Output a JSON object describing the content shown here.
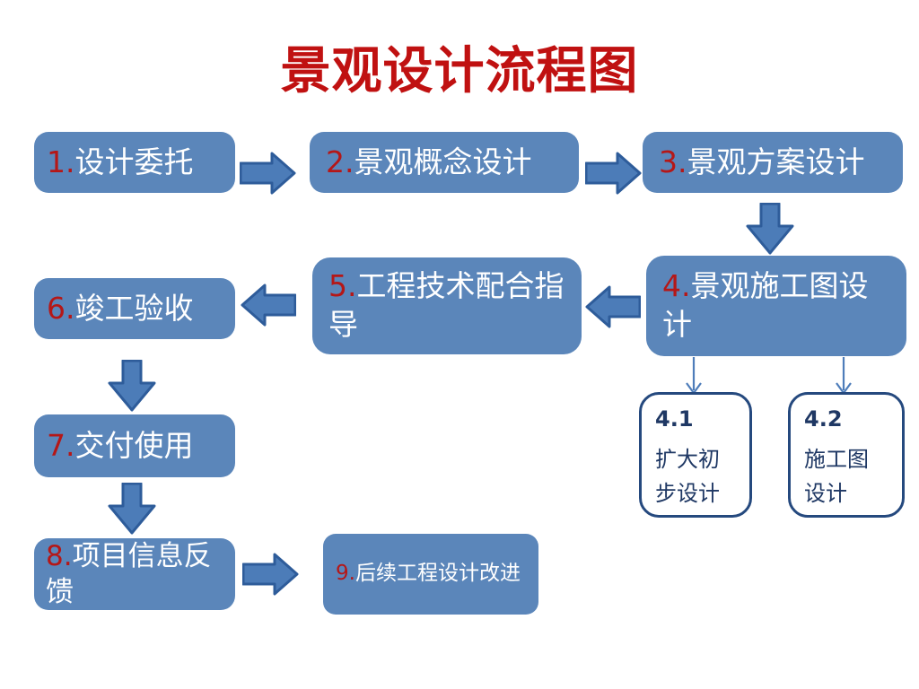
{
  "title": "景观设计流程图",
  "colors": {
    "title_red": "#C01111",
    "number_red": "#B51717",
    "box_fill": "#5B86BA",
    "box_text": "#FFFFFF",
    "arrow_fill": "#4C7CB8",
    "arrow_stroke": "#2E5C9A",
    "sub_border": "#25497E",
    "sub_text": "#1F3864",
    "connector": "#4E7DBA",
    "background": "#FFFFFF"
  },
  "boxes": {
    "b1": {
      "num": "1.",
      "label": "设计委托"
    },
    "b2": {
      "num": "2.",
      "label": "景观概念设计"
    },
    "b3": {
      "num": "3.",
      "label": "景观方案设计"
    },
    "b4": {
      "num": "4.",
      "label": "景观施工图设\n计"
    },
    "b5": {
      "num": "5.",
      "label": "工程技术配合指\n导"
    },
    "b6": {
      "num": "6.",
      "label": "竣工验收"
    },
    "b7": {
      "num": "7.",
      "label": "交付使用"
    },
    "b8": {
      "num": "8.",
      "label": "项目信息反馈"
    },
    "b9": {
      "num": "9.",
      "label": "后续工程设计改进"
    },
    "b41": {
      "num": "4.1",
      "label": "扩大初\n步设计"
    },
    "b42": {
      "num": "4.2",
      "label": "施工图\n设计"
    }
  }
}
